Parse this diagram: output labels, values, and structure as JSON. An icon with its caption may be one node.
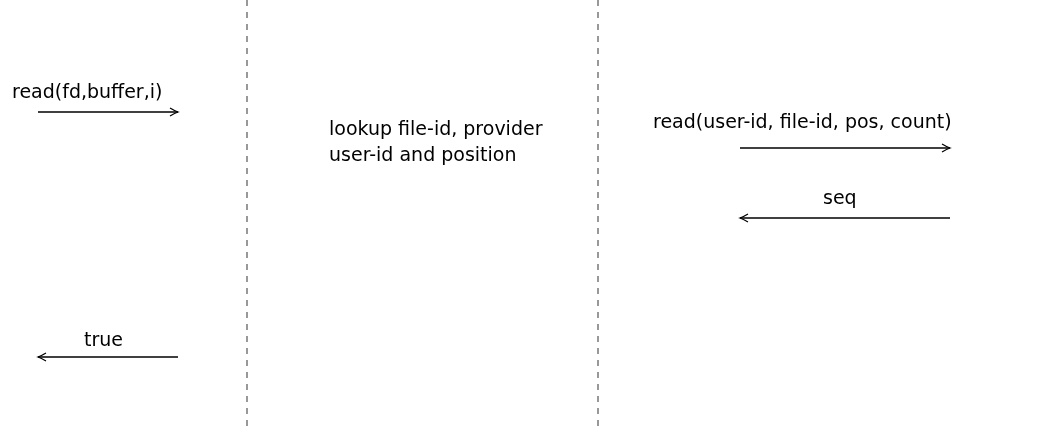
{
  "diagram": {
    "labels": [
      "read(fd,buffer,i)",
      "true",
      "lookup file-id, provider user-id and position",
      "read(user-id, file-id, pos, count)",
      "seq"
    ]
  }
}
